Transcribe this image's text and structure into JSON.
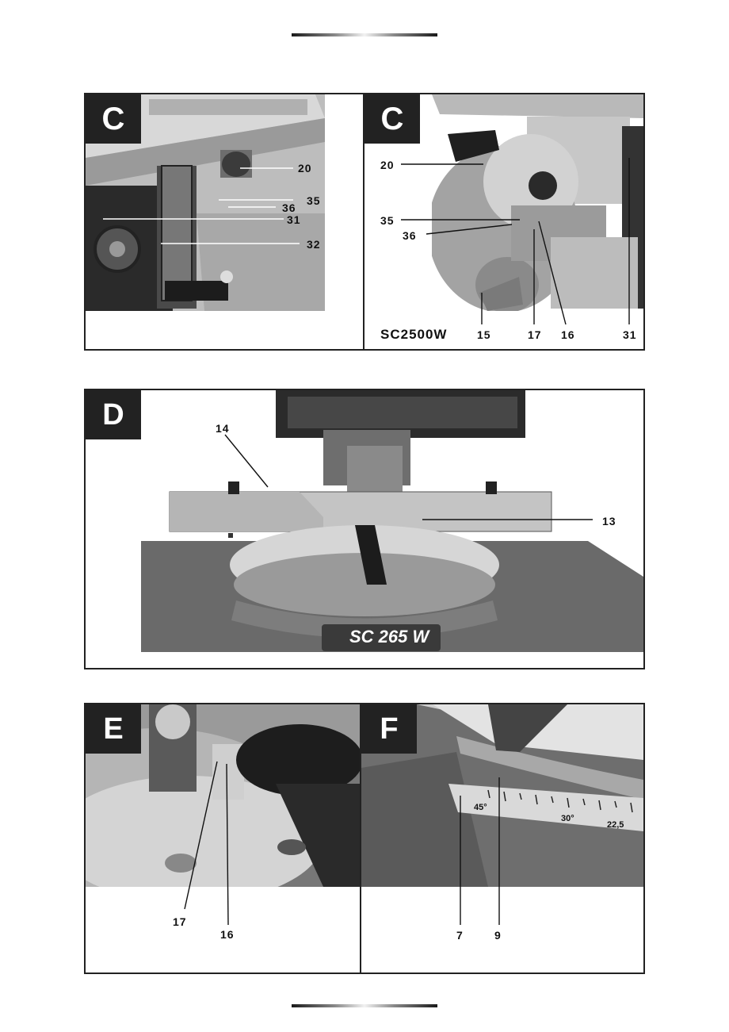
{
  "figures": [
    {
      "id": "C1",
      "label": "C",
      "callouts": [
        "20",
        "35",
        "36",
        "31",
        "32"
      ]
    },
    {
      "id": "C2",
      "label": "C",
      "model": "SC2500W",
      "callouts": [
        "20",
        "35",
        "36",
        "15",
        "17",
        "16",
        "31"
      ]
    },
    {
      "id": "D",
      "label": "D",
      "machine_badge": "SC 265 W",
      "callouts": [
        "14",
        "13"
      ]
    },
    {
      "id": "E",
      "label": "E",
      "callouts": [
        "17",
        "16"
      ]
    },
    {
      "id": "F",
      "label": "F",
      "scale_marks": [
        "45°",
        "30°",
        "22,5"
      ],
      "callouts": [
        "7",
        "9"
      ]
    }
  ]
}
